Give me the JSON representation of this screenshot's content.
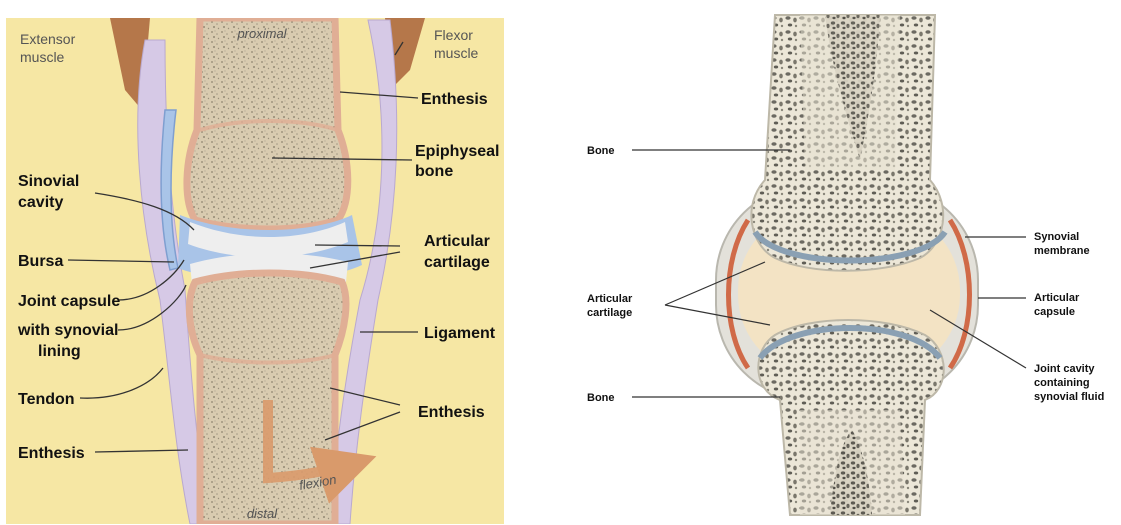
{
  "left_diagram": {
    "top_label": "proximal",
    "bottom_label": "distal",
    "motion_label": "flexion",
    "labels": {
      "extensor_muscle": [
        "Extensor",
        "muscle"
      ],
      "flexor_muscle": [
        "Flexor",
        "muscle"
      ],
      "enthesis_top": "Enthesis",
      "epiphyseal_bone": [
        "Epiphyseal",
        "bone"
      ],
      "synovial_cavity": [
        "Sinovial",
        "cavity"
      ],
      "bursa": "Bursa",
      "joint_capsule": [
        "Joint capsule",
        "with synovial",
        "lining"
      ],
      "articular_cartilage": [
        "Articular",
        "cartilage"
      ],
      "ligament": "Ligament",
      "tendon": "Tendon",
      "enthesis_right": "Enthesis",
      "enthesis_left": "Enthesis"
    }
  },
  "right_diagram": {
    "labels": {
      "bone_top": "Bone",
      "bone_bottom": "Bone",
      "articular_cartilage": [
        "Articular",
        "cartilage"
      ],
      "synovial_membrane": [
        "Synovial",
        "membrane"
      ],
      "articular_capsule": [
        "Articular",
        "capsule"
      ],
      "joint_cavity": [
        "Joint cavity",
        "containing",
        "synovial fluid"
      ]
    }
  },
  "colors": {
    "background_yellow": "#f6e7a4",
    "muscle_brown": "#b5774a",
    "bone_fill": "#d9cbb0",
    "bone_outline": "#e0ae95",
    "sheath_lilac": "#d6c9e6",
    "synovial_blue": "#a9c4e8",
    "cartilage_white": "#eeeeee",
    "arrow_orange": "#d99a6b",
    "right_bone": "#e7e2d2",
    "right_cavity": "#f3e3c4",
    "right_membrane": "#d06a48"
  }
}
